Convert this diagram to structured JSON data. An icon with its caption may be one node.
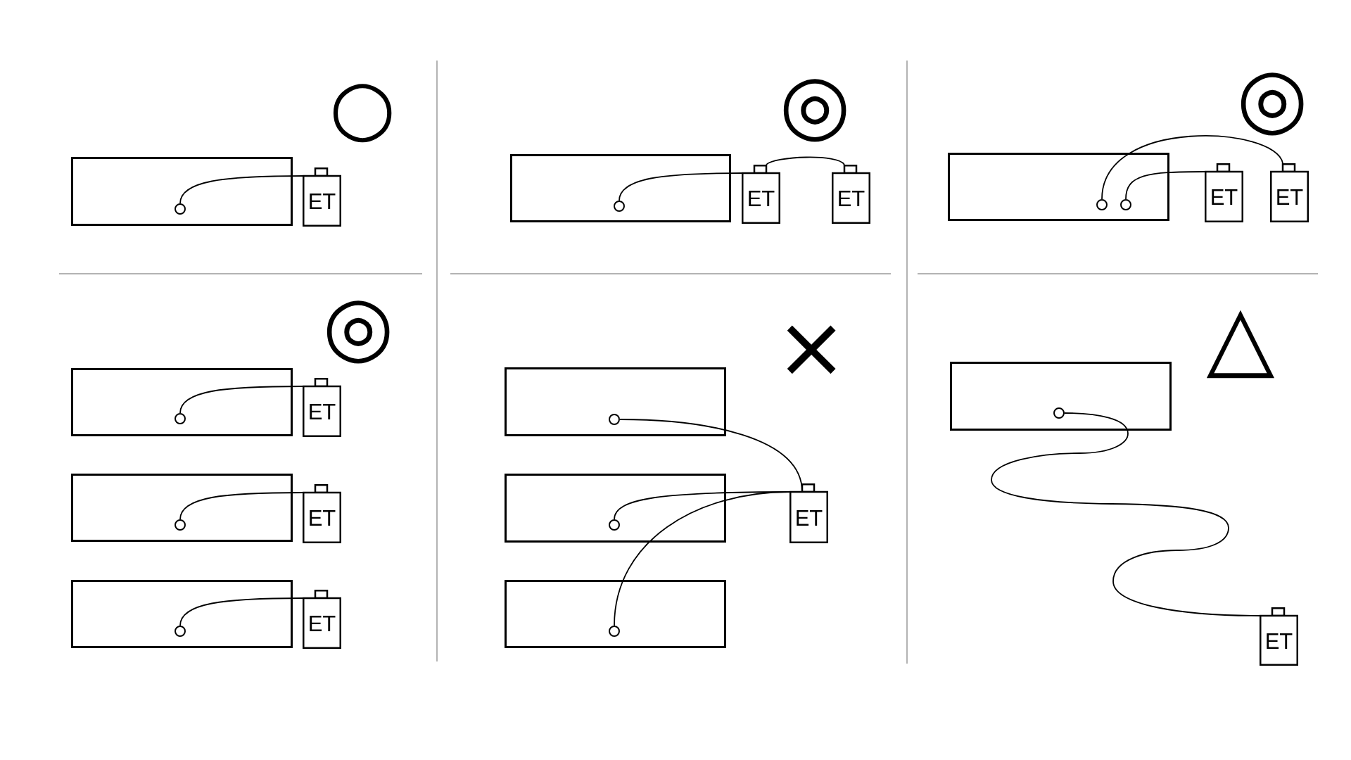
{
  "diagram": {
    "nodes": [
      {
        "text": [],
        "shape": "box"
      },
      {
        "text": [],
        "shape": "circle",
        "in": 0
      },
      {
        "text": [
          "ET"
        ]
      },
      {
        "text": [],
        "shape": "box"
      },
      {
        "text": [],
        "shape": "circle",
        "in": 3
      },
      {
        "text": [
          "ET"
        ]
      },
      {
        "text": [
          "ET"
        ]
      },
      {
        "text": [],
        "shape": "box"
      },
      {
        "text": [],
        "shape": "circle",
        "in": 7
      },
      {
        "text": [],
        "shape": "circle",
        "in": 7
      },
      {
        "text": [
          "ET"
        ]
      },
      {
        "text": [
          "ET"
        ]
      },
      {
        "text": [],
        "shape": "box"
      },
      {
        "text": [],
        "shape": "circle",
        "in": 12
      },
      {
        "text": [
          "ET"
        ]
      },
      {
        "text": [],
        "shape": "box"
      },
      {
        "text": [],
        "shape": "circle",
        "in": 15
      },
      {
        "text": [
          "ET"
        ]
      },
      {
        "text": [],
        "shape": "box"
      },
      {
        "text": [],
        "shape": "circle",
        "in": 18
      },
      {
        "text": [
          "ET"
        ]
      },
      {
        "text": [],
        "shape": "box"
      },
      {
        "text": [],
        "shape": "circle",
        "in": 21
      },
      {
        "text": [],
        "shape": "box"
      },
      {
        "text": [],
        "shape": "circle",
        "in": 23
      },
      {
        "text": [],
        "shape": "box"
      },
      {
        "text": [],
        "shape": "circle",
        "in": 25
      },
      {
        "text": [
          "ET"
        ]
      },
      {
        "text": [],
        "shape": "box"
      },
      {
        "text": [],
        "shape": "circle",
        "in": 28
      },
      {
        "text": [
          "ET"
        ]
      }
    ],
    "edges": [
      {
        "from": 2,
        "to": 1,
        "arrow": "none"
      },
      {
        "from": 5,
        "to": 4,
        "arrow": "none"
      },
      {
        "from": 5,
        "to": 6,
        "arrow": "none"
      },
      {
        "from": 10,
        "to": 9,
        "arrow": "none"
      },
      {
        "from": 11,
        "to": 8,
        "arrow": "none"
      },
      {
        "from": 14,
        "to": 13,
        "arrow": "none"
      },
      {
        "from": 17,
        "to": 16,
        "arrow": "none"
      },
      {
        "from": 20,
        "to": 19,
        "arrow": "none"
      },
      {
        "from": 27,
        "to": 22,
        "arrow": "none"
      },
      {
        "from": 27,
        "to": 24,
        "arrow": "none"
      },
      {
        "from": 27,
        "to": 26,
        "arrow": "none"
      },
      {
        "from": 30,
        "to": 29,
        "arrow": "none"
      }
    ],
    "labels": [
      "○",
      "◎",
      "◎",
      "◎",
      "×",
      "△"
    ]
  }
}
